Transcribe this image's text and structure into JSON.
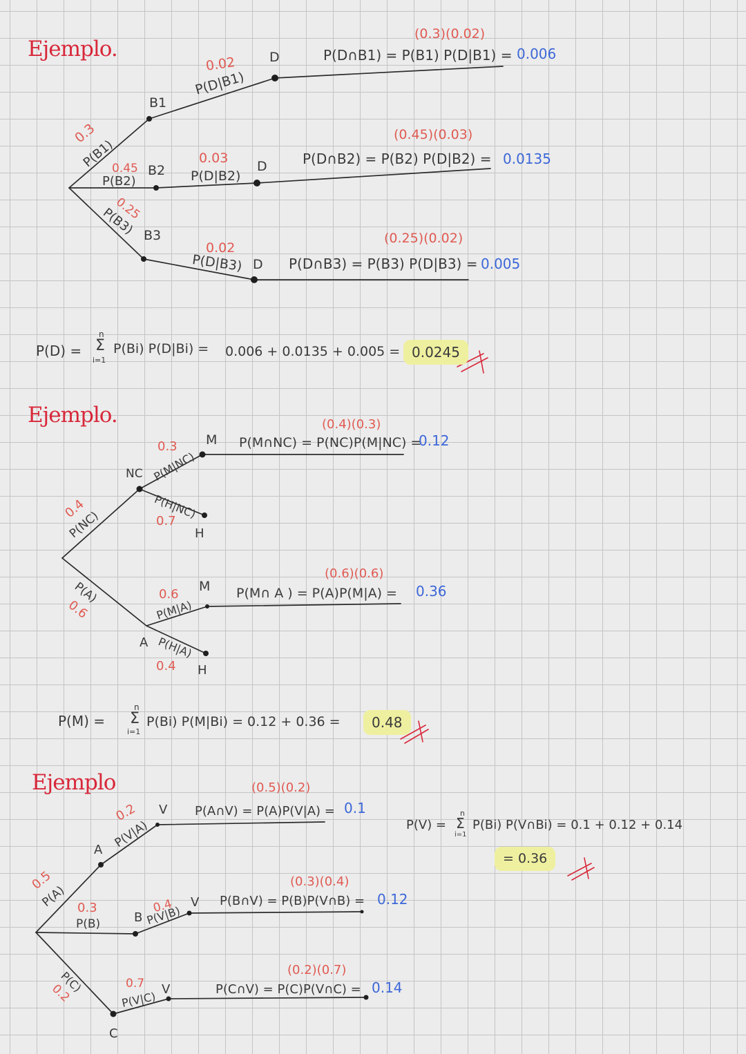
{
  "ex1": {
    "title": "Ejemplo.",
    "node_labels": [
      "B1",
      "B2",
      "B3"
    ],
    "branch1_prob": "0.3",
    "branch1_label": "P(B1)",
    "branch2_prob": "0.45",
    "branch2_label": "P(B2)",
    "branch3_prob": "0.25",
    "branch3_label": "P(B3)",
    "sub1_prob": "0.02",
    "sub1_label": "P(D|B1)",
    "sub1_end": "D",
    "sub2_prob": "0.03",
    "sub2_label": "P(D|B2)",
    "sub2_end": "D",
    "sub3_prob": "0.02",
    "sub3_label": "P(D|B3)",
    "sub3_end": "D",
    "calc1_top": "(0.3)(0.02)",
    "calc1_eq": "P(D∩B1) = P(B1) P(D|B1) =",
    "calc1_res": "0.006",
    "calc2_top": "(0.45)(0.03)",
    "calc2_eq": "P(D∩B2) = P(B2) P(D|B2) =",
    "calc2_res": "0.0135",
    "calc3_top": "(0.25)(0.02)",
    "calc3_eq": "P(D∩B3) = P(B3) P(D|B3) =",
    "calc3_res": "0.005",
    "total_lhs": "P(D) =",
    "sum_top": "n",
    "sum_sym": "Σ",
    "sum_bot": "i=1",
    "total_expr": "P(Bi) P(D|Bi) =",
    "total_values": "0.006 + 0.0135 + 0.005 =",
    "total_result": "0.0245"
  },
  "ex2": {
    "title": "Ejemplo.",
    "nc_prob": "0.4",
    "nc_label": "P(NC)",
    "nc_node": "NC",
    "a_prob": "0.6",
    "a_label": "P(A)",
    "a_node": "A",
    "m_nc_prob": "0.3",
    "m_nc_label": "P(M|NC)",
    "m_nc_end": "M",
    "h_nc_prob": "0.7",
    "h_nc_label": "P(H|NC)",
    "h_nc_end": "H",
    "m_a_prob": "0.6",
    "m_a_label": "P(M|A)",
    "m_a_end": "M",
    "h_a_prob": "0.4",
    "h_a_label": "P(H|A)",
    "h_a_end": "H",
    "calc1_top": "(0.4)(0.3)",
    "calc1_eq": "P(M∩NC) = P(NC)P(M|NC) =",
    "calc1_res": "0.12",
    "calc2_top": "(0.6)(0.6)",
    "calc2_eq": "P(M∩ A ) = P(A)P(M|A) =",
    "calc2_res": "0.36",
    "total_lhs": "P(M) =",
    "sum_top": "n",
    "sum_sym": "Σ",
    "sum_bot": "i=1",
    "total_expr": "P(Bi) P(M|Bi) = 0.12 + 0.36 =",
    "total_result": "0.48"
  },
  "ex3": {
    "title": "Ejemplo",
    "a_prob": "0.5",
    "a_label": "P(A)",
    "a_node": "A",
    "b_prob": "0.3",
    "b_label": "P(B)",
    "b_node": "B",
    "c_prob": "0.2",
    "c_label": "P(C)",
    "c_node": "C",
    "va_prob": "0.2",
    "va_label": "P(V|A)",
    "va_end": "V",
    "vb_prob": "0.4",
    "vb_label": "P(V|B)",
    "vb_end": "V",
    "vc_prob": "0.7",
    "vc_label": "P(V|C)",
    "vc_end": "V",
    "calc1_top": "(0.5)(0.2)",
    "calc1_eq": "P(A∩V) = P(A)P(V|A) =",
    "calc1_res": "0.1",
    "calc2_top": "(0.3)(0.4)",
    "calc2_eq": "P(B∩V) = P(B)P(V∩B) =",
    "calc2_res": "0.12",
    "calc3_top": "(0.2)(0.7)",
    "calc3_eq": "P(C∩V) = P(C)P(V∩C) =",
    "calc3_res": "0.14",
    "total_lhs": "P(V) =",
    "sum_top": "n",
    "sum_sym": "Σ",
    "sum_bot": "i=1",
    "total_expr": "P(Bi) P(V∩Bi) = 0.1 + 0.12 + 0.14",
    "total_result": "= 0.36"
  }
}
